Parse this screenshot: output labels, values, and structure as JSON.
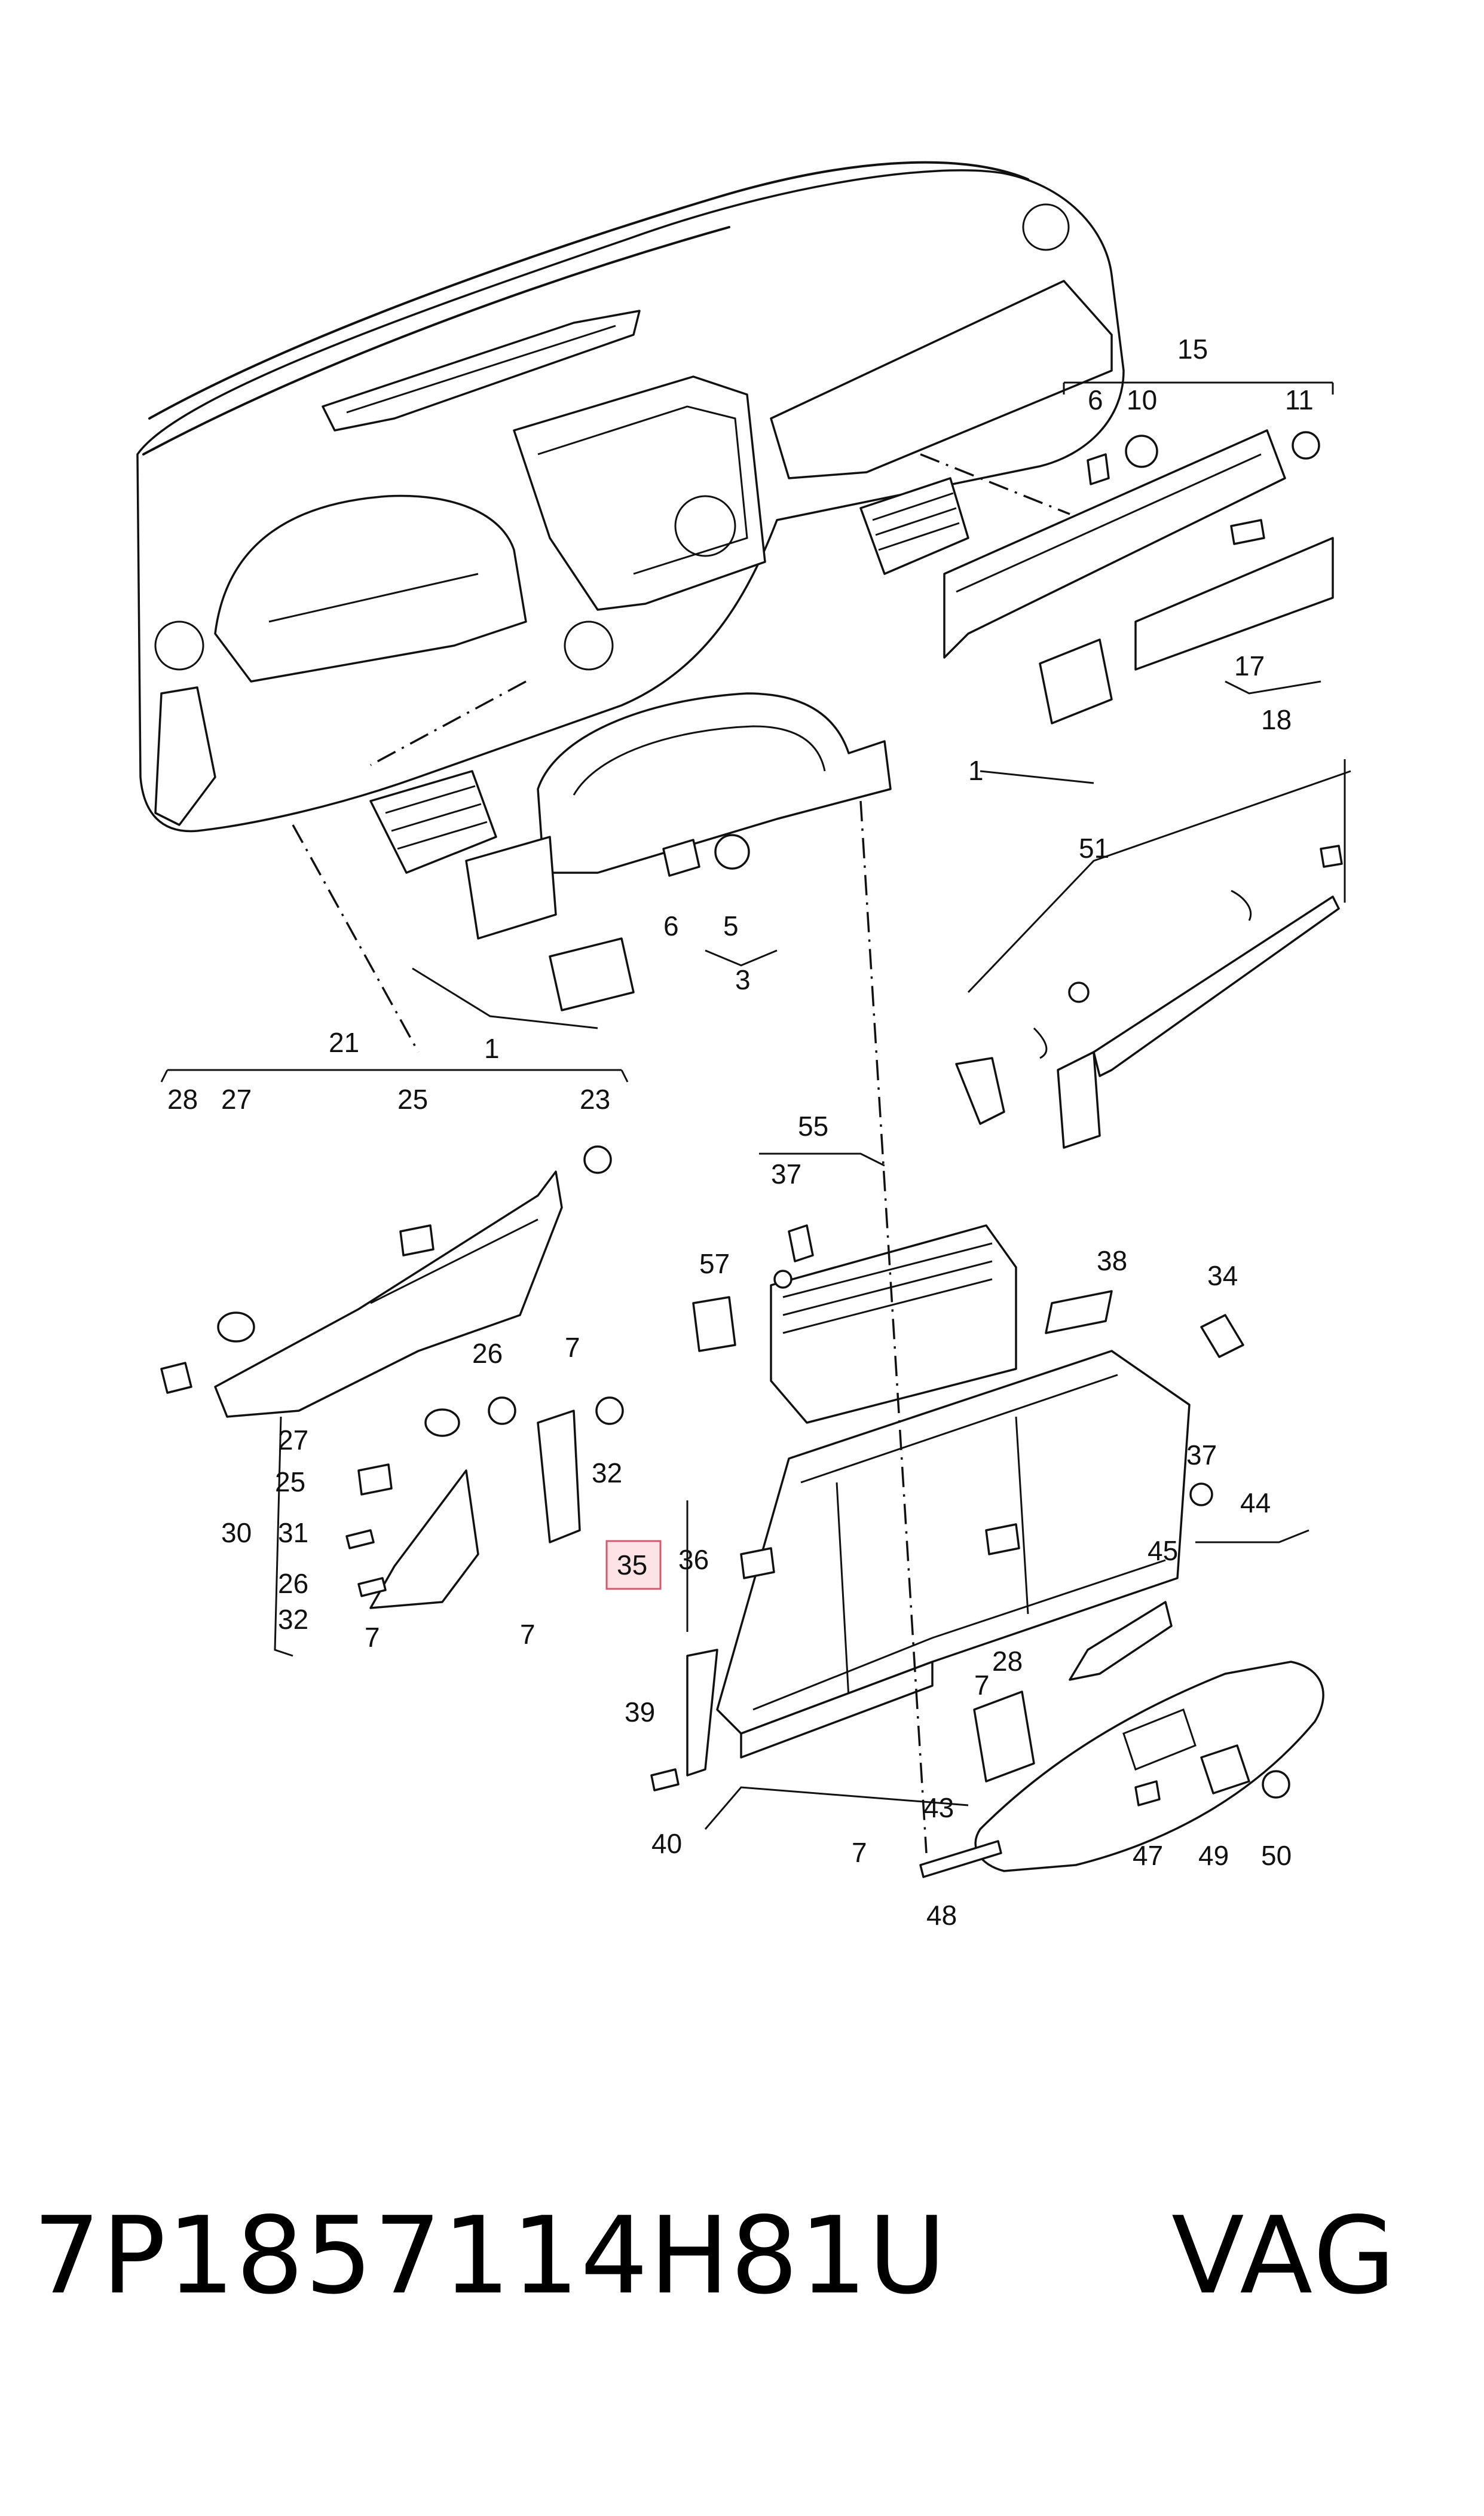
{
  "diagram": {
    "highlighted_callout": "35",
    "highlight_color": "#fde3e6",
    "callouts": {
      "c1a": "1",
      "c1b": "1",
      "c3": "3",
      "c5": "5",
      "c6a": "6",
      "c6b": "6",
      "c7a": "7",
      "c7b": "7",
      "c7c": "7",
      "c7d": "7",
      "c7e": "7",
      "c10": "10",
      "c11": "11",
      "c15": "15",
      "c17": "17",
      "c18": "18",
      "c21": "21",
      "c23": "23",
      "c25a": "25",
      "c25b": "25",
      "c26a": "26",
      "c26b": "26",
      "c27a": "27",
      "c27b": "27",
      "c28a": "28",
      "c28b": "28",
      "c30": "30",
      "c31": "31",
      "c32a": "32",
      "c32b": "32",
      "c34": "34",
      "c35": "35",
      "c36": "36",
      "c37a": "37",
      "c37b": "37",
      "c38": "38",
      "c39": "39",
      "c40": "40",
      "c43": "43",
      "c44": "44",
      "c45": "45",
      "c47": "47",
      "c48": "48",
      "c49": "49",
      "c50": "50",
      "c51": "51",
      "c55": "55",
      "c57": "57"
    }
  },
  "footer": {
    "part_number": "7P1857114H81U",
    "brand": "VAG"
  }
}
